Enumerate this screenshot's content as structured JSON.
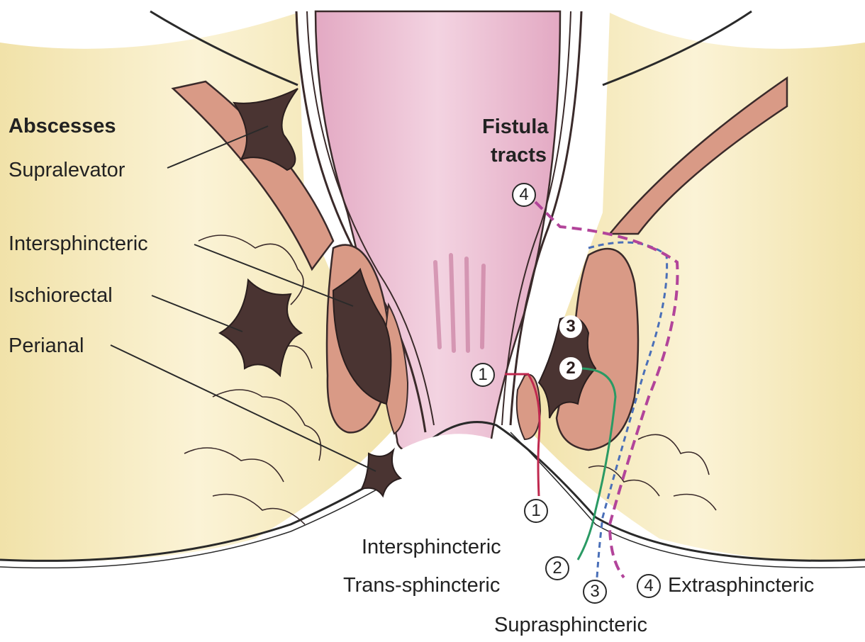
{
  "abscesses": {
    "heading": "Abscesses",
    "items": [
      "Supralevator",
      "Intersphincteric",
      "Ischiorectal",
      "Perianal"
    ]
  },
  "fistula": {
    "heading_line1": "Fistula",
    "heading_line2": "tracts",
    "markers": [
      "1",
      "2",
      "3",
      "4"
    ],
    "types": {
      "t1": "Intersphincteric",
      "t2": "Trans-sphincteric",
      "t3": "Suprasphincteric",
      "t4": "Extrasphincteric"
    }
  },
  "colors": {
    "fat": "#f6e9bd",
    "skin": "#f5e4b8",
    "muscle": "#d99a86",
    "mucosa": "#e6b6cb",
    "abscess": "#4a3432",
    "tract1": "#c0294f",
    "tract2": "#2a9a64",
    "tract3": "#4a6fb8",
    "tract4": "#b2449a"
  }
}
